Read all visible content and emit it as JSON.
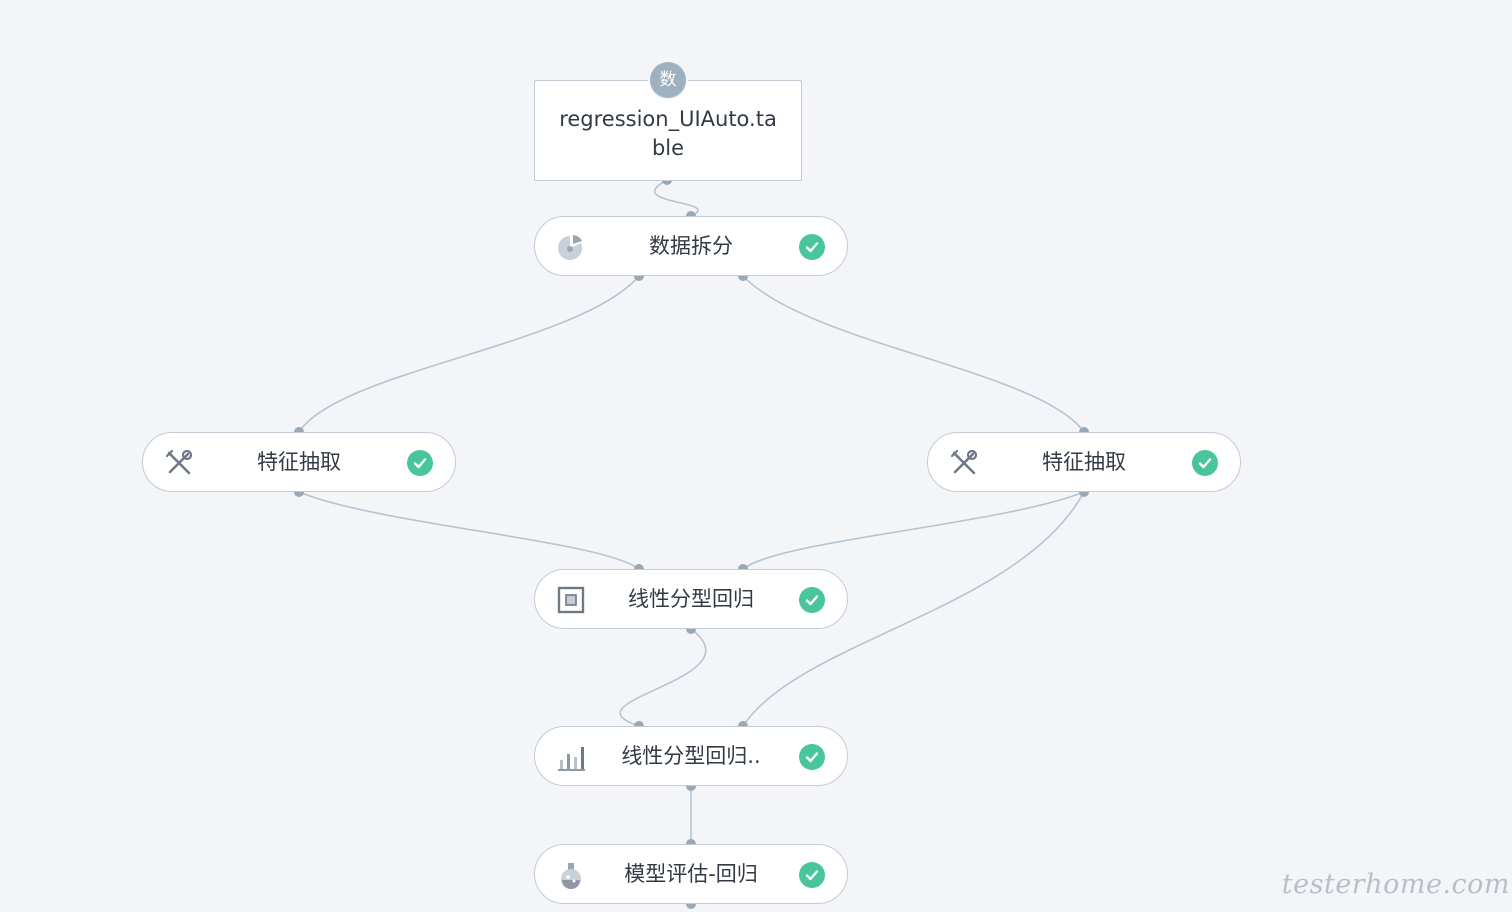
{
  "canvas": {
    "data_node": {
      "badge": "数",
      "label": "regression_UIAuto.table"
    },
    "nodes": {
      "split": {
        "label": "数据拆分",
        "icon": "split-pie-icon",
        "status": "success"
      },
      "feature_left": {
        "label": "特征抽取",
        "icon": "tools-icon",
        "status": "success"
      },
      "feature_right": {
        "label": "特征抽取",
        "icon": "tools-icon",
        "status": "success"
      },
      "train": {
        "label": "线性分型回归",
        "icon": "model-box-icon",
        "status": "success"
      },
      "predict": {
        "label": "线性分型回归..",
        "icon": "bar-chart-icon",
        "status": "success"
      },
      "evaluate": {
        "label": "模型评估-回归",
        "icon": "flask-icon",
        "status": "success"
      }
    }
  },
  "colors": {
    "background": "#f3f5f8",
    "edge": "#b6c4d2",
    "success": "#48c69a",
    "node_border": "#c3ccd6"
  },
  "watermark": "testerhome.com"
}
